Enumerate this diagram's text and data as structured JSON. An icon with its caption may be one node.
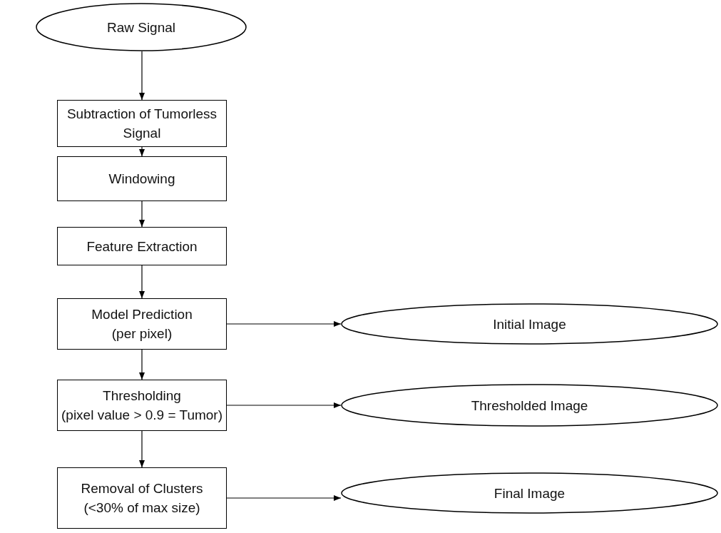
{
  "diagram": {
    "nodes": [
      {
        "text": [
          "Raw Signal"
        ]
      },
      {
        "text": [
          "Subtraction of Tumorless Signal"
        ]
      },
      {
        "text": [
          "Windowing"
        ]
      },
      {
        "text": [
          "Feature Extraction"
        ]
      },
      {
        "text": [
          "Model Prediction (per pixel)"
        ]
      },
      {
        "text": [
          "Thresholding (pixel value > 0.9 = Tumor)"
        ]
      },
      {
        "text": [
          "Removal of Clusters (<30% of max size)"
        ]
      },
      {
        "text": [
          "Initial Image"
        ]
      },
      {
        "text": [
          "Thresholded Image"
        ]
      },
      {
        "text": [
          "Final Image"
        ]
      }
    ],
    "edges": [
      {
        "from": 0,
        "to": 1,
        "arrow": "to"
      },
      {
        "from": 1,
        "to": 2,
        "arrow": "to"
      },
      {
        "from": 2,
        "to": 3,
        "arrow": "to"
      },
      {
        "from": 3,
        "to": 4,
        "arrow": "to"
      },
      {
        "from": 4,
        "to": 5,
        "arrow": "to"
      },
      {
        "from": 5,
        "to": 6,
        "arrow": "to"
      },
      {
        "from": 4,
        "to": 7,
        "arrow": "to"
      },
      {
        "from": 5,
        "to": 8,
        "arrow": "to"
      },
      {
        "from": 6,
        "to": 9,
        "arrow": "to"
      }
    ]
  }
}
